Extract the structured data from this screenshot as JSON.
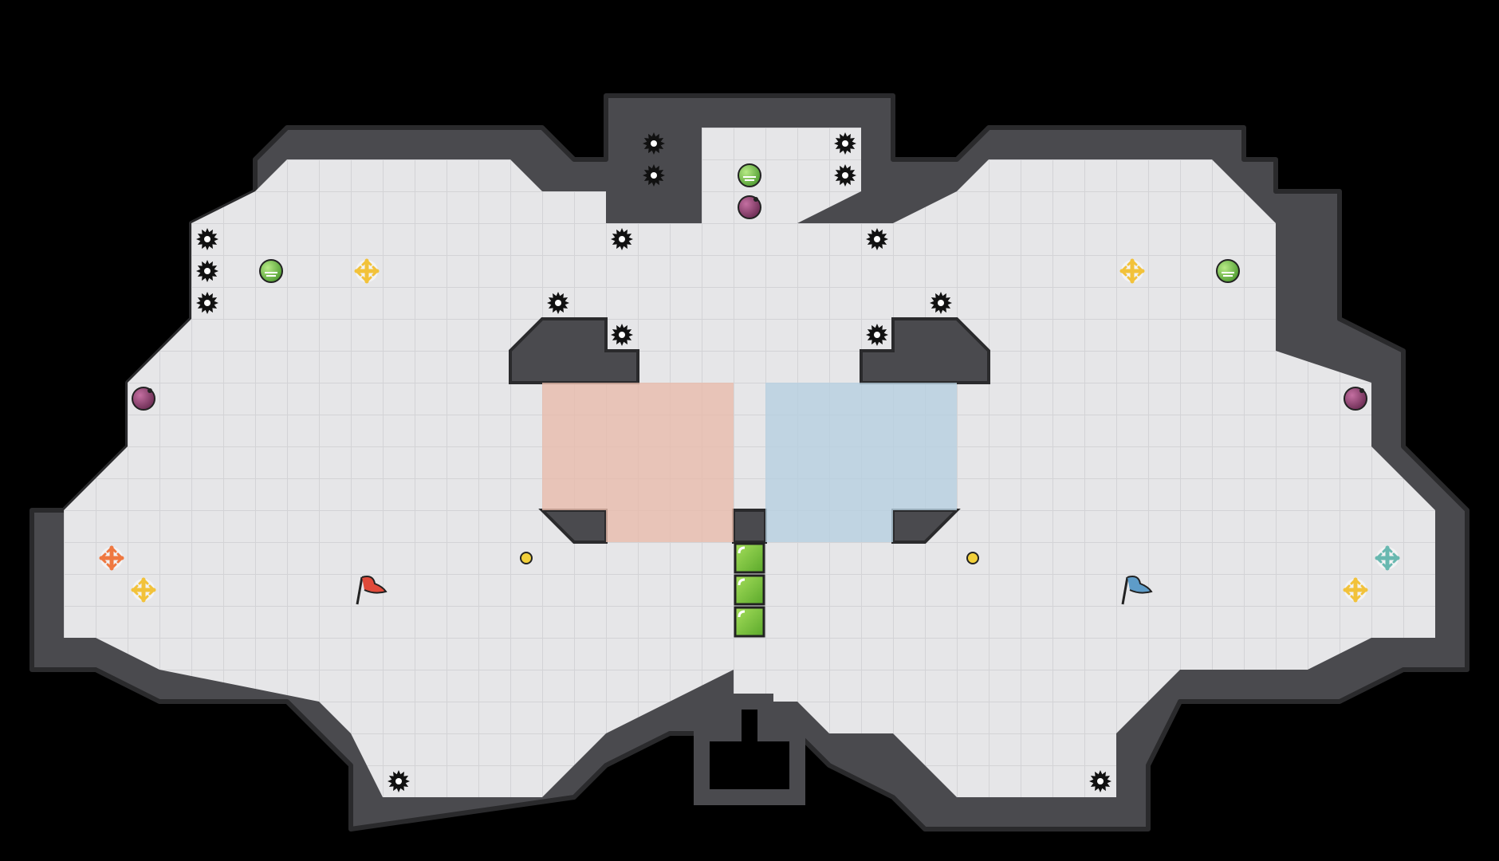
{
  "title": "",
  "colors": {
    "background": "#000000",
    "floor": "#e6e6e8",
    "floor_grid": "#d3d3d6",
    "wall": "#4a4a4e",
    "wall_edge": "#2a2a2c",
    "red_team_zone": "#e8bcab",
    "blue_team_zone": "#b6cfe0",
    "red_flag": "#e04a3a",
    "blue_flag": "#5e9cc8",
    "spike": "#111111",
    "powerup_green": "#6cbc4a",
    "bomb_purple": "#8a3a6a",
    "boost_yellow": "#f2c23a",
    "boost_red": "#ef7840",
    "boost_blue": "#68b8b0",
    "gate_green": "#7cc83a",
    "button_yellow": "#f2d03a"
  },
  "legend": {
    "spike-icon": "spike",
    "powerup-icon": "powerup",
    "bomb-icon": "bomb",
    "boost-icon": "boost",
    "flag-icon": "flag",
    "button-icon": "button",
    "gate-tile": "gate"
  }
}
